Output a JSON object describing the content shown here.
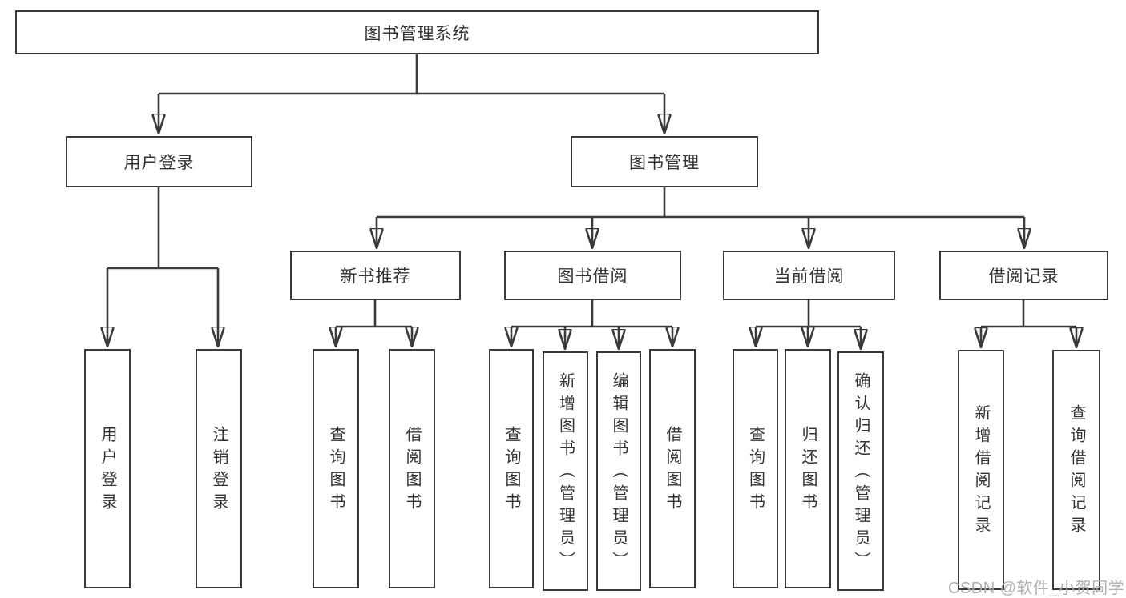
{
  "tree": {
    "label": "图书管理系统",
    "children": [
      {
        "label": "用户登录",
        "children": [
          {
            "label": "用户登录"
          },
          {
            "label": "注销登录"
          }
        ]
      },
      {
        "label": "图书管理",
        "children": [
          {
            "label": "新书推荐",
            "children": [
              {
                "label": "查询图书"
              },
              {
                "label": "借阅图书"
              }
            ]
          },
          {
            "label": "图书借阅",
            "children": [
              {
                "label": "查询图书"
              },
              {
                "label": "新增图书（管理员）"
              },
              {
                "label": "编辑图书（管理员）"
              },
              {
                "label": "借阅图书"
              }
            ]
          },
          {
            "label": "当前借阅",
            "children": [
              {
                "label": "查询图书"
              },
              {
                "label": "归还图书"
              },
              {
                "label": "确认归还（管理员）"
              }
            ]
          },
          {
            "label": "借阅记录",
            "children": [
              {
                "label": "新增借阅记录"
              },
              {
                "label": "查询借阅记录"
              }
            ]
          }
        ]
      }
    ]
  },
  "watermark": {
    "text": "CSDN @软件_小贺同学"
  },
  "colors": {
    "line": "#3a3a3a",
    "text": "#333333",
    "watermark": "#b0b0b0",
    "background": "#ffffff"
  }
}
